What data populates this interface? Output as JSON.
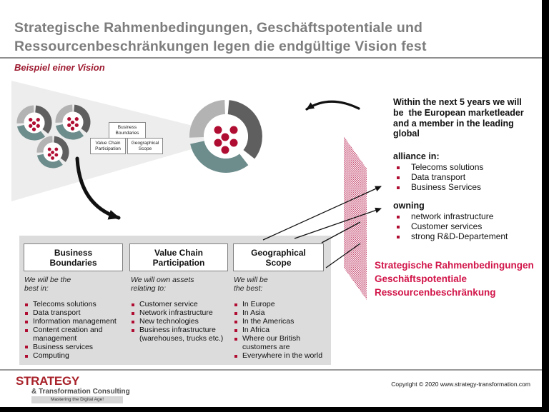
{
  "colors": {
    "accent_red": "#b00d32",
    "headline_red": "#d11549",
    "dark_red": "#9e1b31",
    "logo_red": "#a8222a",
    "title_gray": "#7d7d7d",
    "segment_light": "#b3b3b3",
    "segment_dark": "#5f5f5f",
    "segment_teal": "#6d8c8c",
    "cone_gray": "#ededed",
    "panel_gray": "#dcdcdc"
  },
  "header": {
    "title": "Strategische Rahmenbedingungen, Geschäftspotentiale und\nRessourcenbeschränkungen legen die endgültige Vision fest",
    "subtitle": "Beispiel einer Vision"
  },
  "funnel": {
    "box_labels": [
      "Business\nBoundaries",
      "Value Chain\nParticipation",
      "Geographical\nScope"
    ]
  },
  "vision": {
    "intro": "Within the next 5 years we will\nbe  the European marketleader\nand a member in the leading\nglobal",
    "groups": [
      {
        "heading": "alliance in:",
        "items": [
          "Telecoms solutions",
          "Data transport",
          "Business Services"
        ]
      },
      {
        "heading": "owning",
        "items": [
          "network infrastructure",
          "Customer services",
          "strong R&D-Departement"
        ]
      }
    ]
  },
  "constraints": {
    "text": "Strategische Rahmenbedingungen\nGeschäftspotentiale\nRessourcenbeschränkung"
  },
  "panel": {
    "columns": [
      {
        "title": "Business\nBoundaries",
        "intro": "We will be the\nbest in:",
        "items": [
          "Telecoms solutions",
          "Data transport",
          "Information management",
          "Content creation and management",
          "Business services",
          "Computing"
        ]
      },
      {
        "title": "Value Chain\nParticipation",
        "intro": "We will own assets\nrelating to:",
        "items": [
          "Customer service",
          "Network infrastructure",
          "New technologies",
          "Business infrastructure (warehouses, trucks etc.)"
        ]
      },
      {
        "title": "Geographical\nScope",
        "intro": "We will be\nthe best:",
        "items": [
          "In Europe",
          "In Asia",
          "In the Americas",
          "In Africa",
          "Where our British customers are",
          "Everywhere in the world"
        ]
      }
    ]
  },
  "footer": {
    "logo_title": "STRATEGY",
    "logo_subtitle": "& Transformation Consulting",
    "logo_tagline": "Mastering the Digital Age!",
    "copyright": "Copyright © 2020 www.strategy-transformation.com"
  }
}
